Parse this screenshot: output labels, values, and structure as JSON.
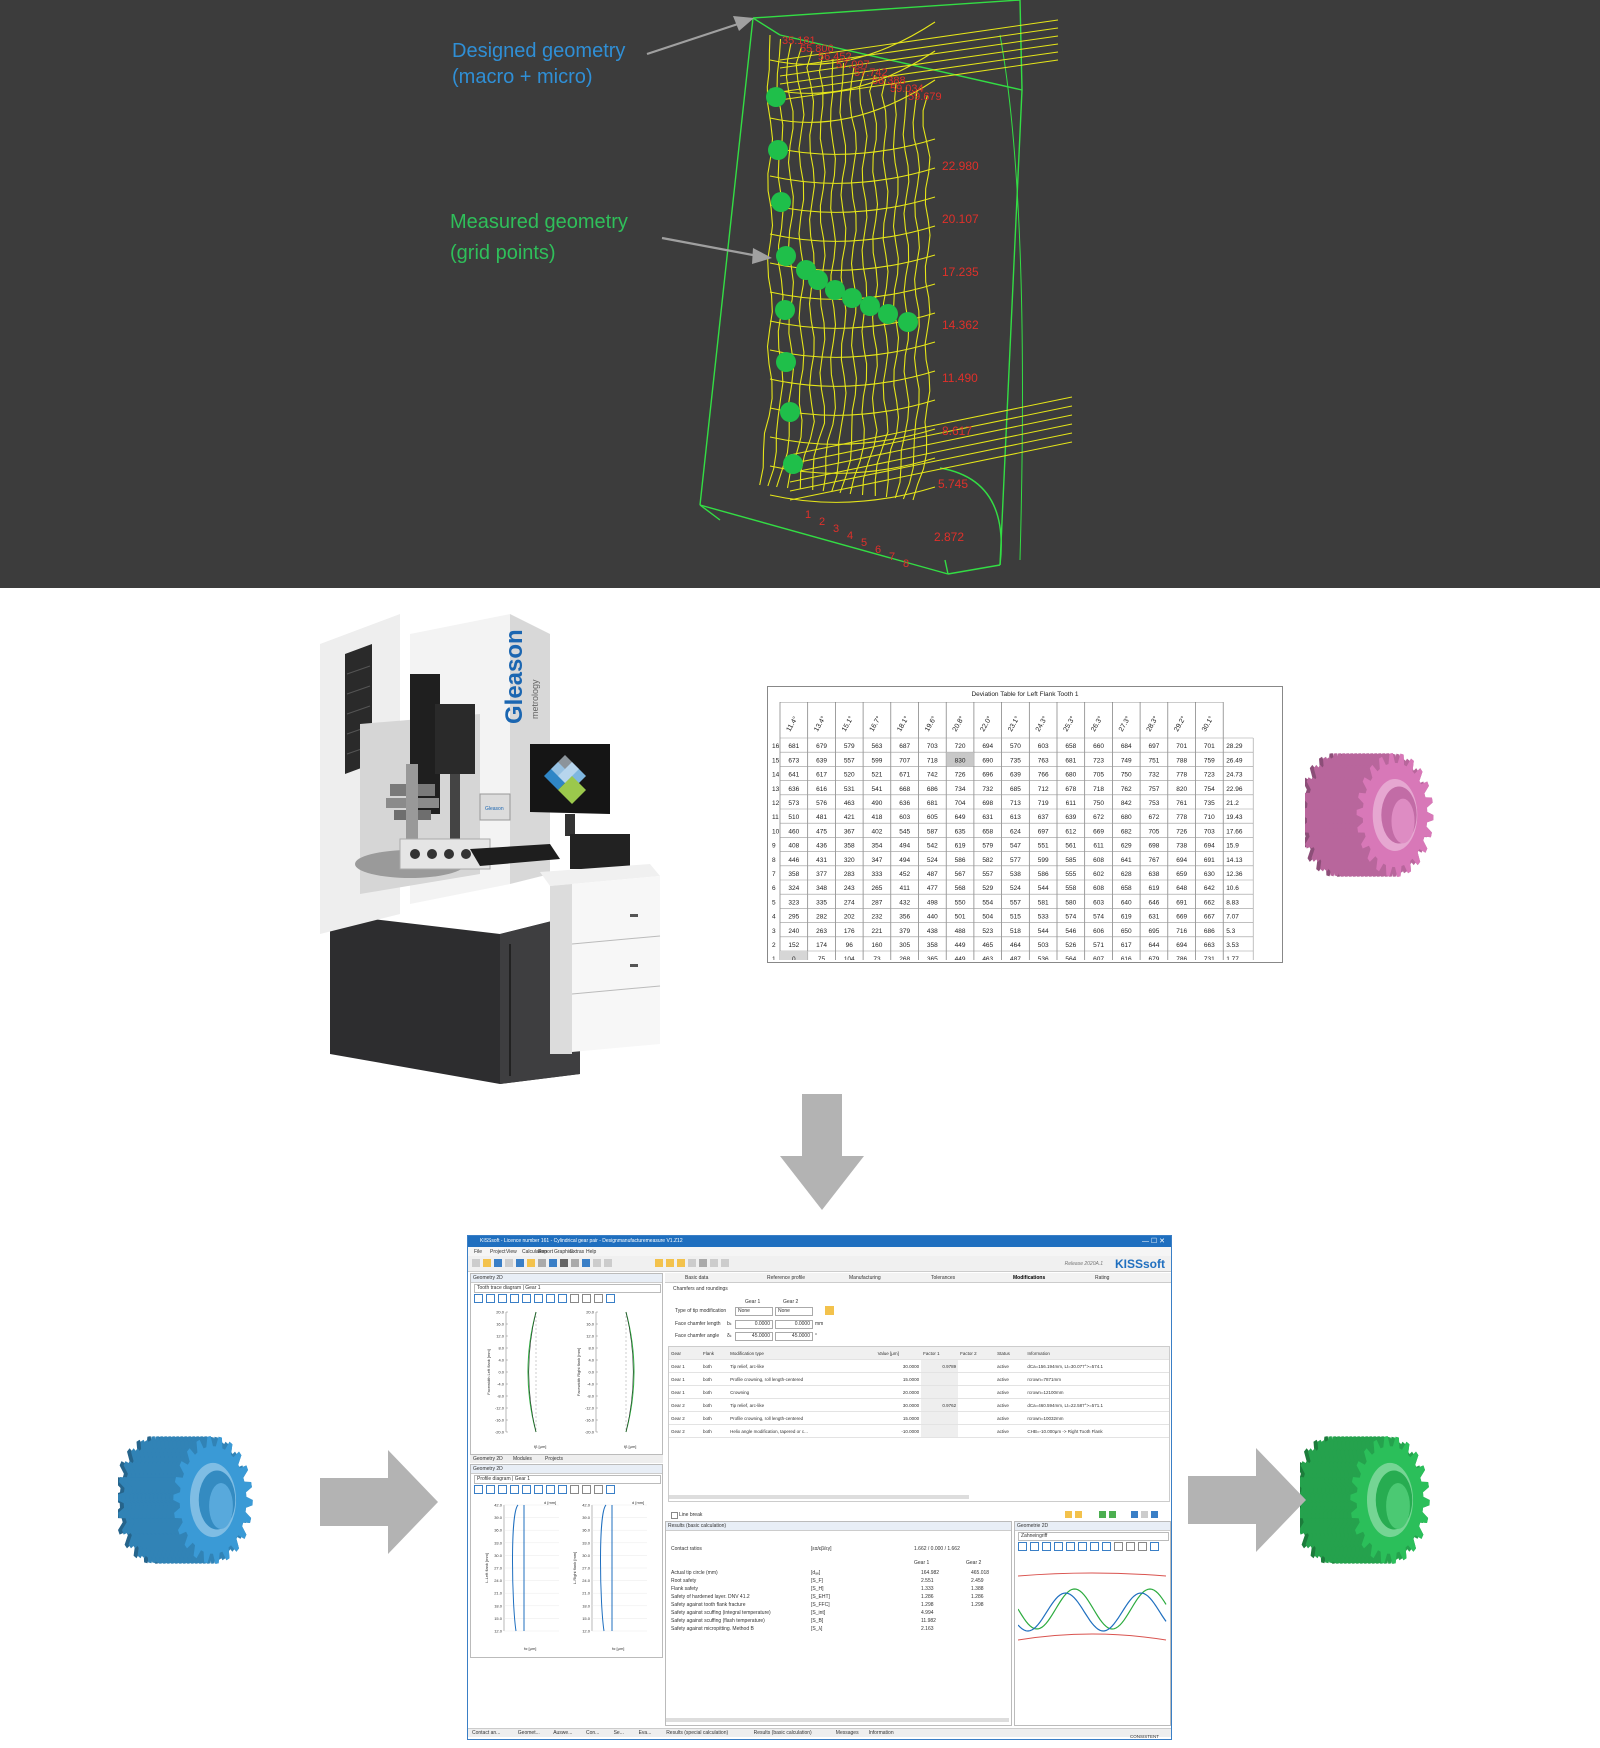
{
  "top_panel": {
    "annotation_designed": [
      "Designed geometry",
      "(macro + micro)"
    ],
    "annotation_measured": [
      "Measured geometry",
      "(grid points)"
    ],
    "colors": {
      "background": "#3c3c3c",
      "designed_text": "#2f8fd6",
      "measured_text": "#2fbf5a",
      "grid": "#e6e619",
      "outline": "#33dd44",
      "labels": "#e0302a",
      "arrow": "#a0a0a0",
      "points": "#1fbf4a"
    },
    "diagonal_labels": [
      "35.181",
      "55.806",
      "56.452",
      "57.097",
      "57.742",
      "58.388",
      "59.034",
      "59.679"
    ],
    "side_labels": [
      "22.980",
      "20.107",
      "17.235",
      "14.362",
      "11.490",
      "8.617",
      "5.745",
      "2.872"
    ],
    "bottom_numbers": [
      "1",
      "2",
      "3",
      "4",
      "5",
      "6",
      "7",
      "8"
    ]
  },
  "machine": {
    "brand": "Gleason",
    "sub_brand": "metrology",
    "panel_label": "Gleason"
  },
  "deviation_table": {
    "title": "Deviation Table for Left Flank Tooth 1",
    "columns": [
      "11.4°",
      "13.4°",
      "15.1°",
      "16.7°",
      "18.1°",
      "19.6°",
      "20.8°",
      "22.0°",
      "23.1°",
      "24.3°",
      "25.3°",
      "26.3°",
      "27.3°",
      "28.3°",
      "29.2°",
      "30.1°"
    ],
    "rows": [
      {
        "n": "16",
        "v": [
          "681",
          "679",
          "579",
          "563",
          "687",
          "703",
          "720",
          "694",
          "570",
          "603",
          "658",
          "660",
          "684",
          "697",
          "701",
          "701"
        ],
        "end": "28.29"
      },
      {
        "n": "15",
        "v": [
          "673",
          "639",
          "557",
          "599",
          "707",
          "718",
          "830",
          "690",
          "735",
          "763",
          "681",
          "723",
          "749",
          "751",
          "788",
          "759"
        ],
        "end": "26.49"
      },
      {
        "n": "14",
        "v": [
          "641",
          "617",
          "520",
          "521",
          "671",
          "742",
          "726",
          "696",
          "639",
          "766",
          "680",
          "705",
          "750",
          "732",
          "778",
          "723"
        ],
        "end": "24.73"
      },
      {
        "n": "13",
        "v": [
          "636",
          "616",
          "531",
          "541",
          "668",
          "686",
          "734",
          "732",
          "685",
          "712",
          "678",
          "718",
          "762",
          "757",
          "820",
          "754"
        ],
        "end": "22.96"
      },
      {
        "n": "12",
        "v": [
          "573",
          "576",
          "463",
          "490",
          "636",
          "681",
          "704",
          "698",
          "713",
          "719",
          "611",
          "750",
          "842",
          "753",
          "761",
          "735"
        ],
        "end": "21.2"
      },
      {
        "n": "11",
        "v": [
          "510",
          "481",
          "421",
          "418",
          "603",
          "605",
          "649",
          "631",
          "613",
          "637",
          "639",
          "672",
          "680",
          "672",
          "778",
          "710"
        ],
        "end": "19.43"
      },
      {
        "n": "10",
        "v": [
          "460",
          "475",
          "367",
          "402",
          "545",
          "587",
          "635",
          "658",
          "624",
          "697",
          "612",
          "669",
          "682",
          "705",
          "726",
          "703"
        ],
        "end": "17.66"
      },
      {
        "n": "9",
        "v": [
          "408",
          "436",
          "358",
          "354",
          "494",
          "542",
          "619",
          "579",
          "547",
          "551",
          "561",
          "611",
          "629",
          "698",
          "738",
          "694"
        ],
        "end": "15.9"
      },
      {
        "n": "8",
        "v": [
          "446",
          "431",
          "320",
          "347",
          "494",
          "524",
          "586",
          "582",
          "577",
          "599",
          "585",
          "608",
          "641",
          "767",
          "694",
          "691"
        ],
        "end": "14.13"
      },
      {
        "n": "7",
        "v": [
          "358",
          "377",
          "283",
          "333",
          "452",
          "487",
          "567",
          "557",
          "538",
          "586",
          "555",
          "602",
          "628",
          "638",
          "659",
          "630"
        ],
        "end": "12.36"
      },
      {
        "n": "6",
        "v": [
          "324",
          "348",
          "243",
          "265",
          "411",
          "477",
          "568",
          "529",
          "524",
          "544",
          "558",
          "608",
          "658",
          "619",
          "648",
          "642"
        ],
        "end": "10.6"
      },
      {
        "n": "5",
        "v": [
          "323",
          "335",
          "274",
          "287",
          "432",
          "498",
          "550",
          "554",
          "557",
          "581",
          "580",
          "603",
          "640",
          "646",
          "691",
          "662"
        ],
        "end": "8.83"
      },
      {
        "n": "4",
        "v": [
          "295",
          "282",
          "202",
          "232",
          "356",
          "440",
          "501",
          "504",
          "515",
          "533",
          "574",
          "574",
          "619",
          "631",
          "669",
          "667"
        ],
        "end": "7.07"
      },
      {
        "n": "3",
        "v": [
          "240",
          "263",
          "176",
          "221",
          "379",
          "438",
          "488",
          "523",
          "518",
          "544",
          "546",
          "606",
          "650",
          "695",
          "716",
          "686"
        ],
        "end": "5.3"
      },
      {
        "n": "2",
        "v": [
          "152",
          "174",
          "96",
          "160",
          "305",
          "358",
          "449",
          "465",
          "464",
          "503",
          "526",
          "571",
          "617",
          "644",
          "694",
          "663"
        ],
        "end": "3.53"
      },
      {
        "n": "1",
        "v": [
          "0",
          "75",
          "104",
          "73",
          "268",
          "365",
          "449",
          "463",
          "487",
          "536",
          "564",
          "607",
          "616",
          "679",
          "786",
          "731"
        ],
        "end": "1.77"
      }
    ]
  },
  "colors": {
    "gear_pink": "#d878b8",
    "gear_blue": "#3a9ad6",
    "gear_green": "#2bbf5a",
    "flow_arrow": "#b3b3b3",
    "kiss_accent": "#1f6fbf"
  },
  "kisssoft": {
    "title": "KISSsoft - Licence number 161 - Cylindrical gear pair - Designmanufacturemeasure V1.Z12",
    "menu": [
      "File",
      "Project",
      "View",
      "Calculation",
      "Report",
      "Graphics",
      "Extras",
      "Help"
    ],
    "release": "Release 2020A.1",
    "brand": "KISSsoft",
    "tabs": [
      "Basic data",
      "Reference profile",
      "Manufacturing",
      "Tolerances",
      "Modifications",
      "Rating"
    ],
    "left_top": {
      "header": "Geometry 2D",
      "dropdown": "Tooth trace diagram | Gear 1",
      "ylabel_left": "Facewidth Left flank [mm]",
      "ylabel_right": "Facewidth Right flank [mm]",
      "xlabel": "fβ [μm]",
      "ticks": [
        "20.0",
        "16.0",
        "12.0",
        "8.0",
        "4.0",
        "0.0",
        "-4.0",
        "-8.0",
        "-12.0",
        "-16.0",
        "-20.0"
      ]
    },
    "left_tabs": [
      "Geometry 2D",
      "Modules",
      "Projects"
    ],
    "left_bottom": {
      "header": "Geometry 2D",
      "dropdown": "Profile diagram | Gear 1",
      "ylabel_left": "L-Left flank [mm]",
      "ylabel_right": "L-Right flank [mm]",
      "xlabel": "fα [μm]",
      "dlabel": "d [mm]",
      "ticks": [
        "42.0",
        "39.0",
        "36.0",
        "33.0",
        "30.0",
        "27.0",
        "24.0",
        "21.0",
        "18.0",
        "15.0",
        "12.0"
      ]
    },
    "chamfers": {
      "heading": "Chamfers and roundings",
      "gear1": "Gear 1",
      "gear2": "Gear 2",
      "tip_label": "Type of tip modification",
      "tip1": "None",
      "tip2": "None",
      "len_label": "Face chamfer length",
      "len_sym": "bₖ",
      "len1": "0.0000",
      "len2": "0.0000",
      "len_unit": "mm",
      "ang_label": "Face chamfer angle",
      "ang_sym": "δₖ",
      "ang1": "45.0000",
      "ang2": "45.0000",
      "ang_unit": "°"
    },
    "mod_table": {
      "headers": [
        "Gear",
        "Flank",
        "Modification type",
        "Value [μm]",
        "Factor 1",
        "Factor 2",
        "Status",
        "Information"
      ],
      "rows": [
        [
          "Gear 1",
          "both",
          "Tip relief, arc-like",
          "30.0000",
          "0.9789",
          "",
          "active",
          "dCa=156.194mm, Lt=30.077°>=574.1"
        ],
        [
          "Gear 1",
          "both",
          "Profile crowning, roll length-centered",
          "15.0000",
          "",
          "",
          "active",
          "rcrown=7871mm"
        ],
        [
          "Gear 1",
          "both",
          "Crowning",
          "20.0000",
          "",
          "",
          "active",
          "rcrown=12100mm"
        ],
        [
          "Gear 2",
          "both",
          "Tip relief, arc-like",
          "30.0000",
          "0.9762",
          "",
          "active",
          "dCa=460.594mm, Lt=22.587°>=571.1"
        ],
        [
          "Gear 2",
          "both",
          "Profile crowning, roll length-centered",
          "15.0000",
          "",
          "",
          "active",
          "rcrown=10032mm"
        ],
        [
          "Gear 2",
          "both",
          "Helix angle modification, tapered or c...",
          "-10.0000",
          "",
          "",
          "active",
          "CHB=-10.000μm -> Right Tooth Flank"
        ]
      ]
    },
    "line_break": "Line break",
    "results": {
      "header": "Results (basic calculation)",
      "contact_label": "Contact ratios",
      "contact_sym": "[εα/εβ/εγ]",
      "contact_val": "1.662 / 0.000 / 1.662",
      "col1": "Gear 1",
      "col2": "Gear 2",
      "rows": [
        [
          "Actual tip circle (mm)",
          "[dₐₑ]",
          "164.982",
          "465.018"
        ],
        [
          "Root safety",
          "[S_F]",
          "2.551",
          "2.459"
        ],
        [
          "Flank safety",
          "[S_H]",
          "1.333",
          "1.388"
        ],
        [
          "Safety of hardened layer. DNV 41.2",
          "[S_EHT]",
          "1.286",
          "1.286"
        ],
        [
          "Safety against tooth flank fracture",
          "[S_FFC]",
          "1.298",
          "1.298"
        ],
        [
          "Safety against scuffing (integral temperature)",
          "[S_int]",
          "4.994",
          ""
        ],
        [
          "Safety against scuffing (flash temperature)",
          "[S_B]",
          "11.982",
          ""
        ],
        [
          "Safety against micropitting. Method B",
          "[S_λ]",
          "2.163",
          ""
        ]
      ]
    },
    "geometry_right": {
      "header": "Geometrie 2D",
      "dropdown": "Zahneingriff"
    },
    "bottom_tabs": [
      "Contact an...",
      "Geomet...",
      "Auswe...",
      "Con...",
      "Se...",
      "Eva...",
      "Results (special calculation)",
      "Results (basic calculation)",
      "Messages",
      "Information"
    ],
    "status": "CONSISTENT"
  }
}
